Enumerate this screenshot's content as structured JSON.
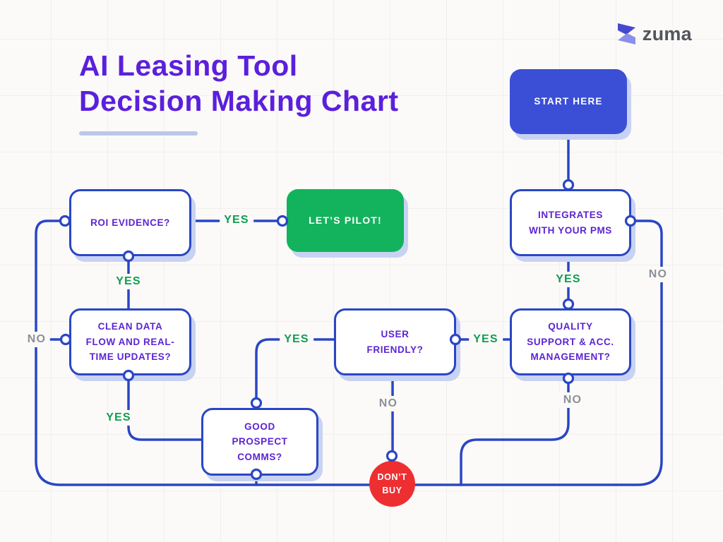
{
  "page": {
    "background": "#fbfaf8",
    "grid_color": "#f1efec"
  },
  "brand": {
    "name": "zuma",
    "icon": "zuma-logo-icon",
    "text_color": "#51565e",
    "icon_colors": [
      "#4649cf",
      "#8a90ea"
    ]
  },
  "title": {
    "text": "AI Leasing Tool\nDecision Making Chart",
    "color": "#5b1fdd",
    "underline_color": "#b9c8ea"
  },
  "colors": {
    "line_blue": "#2a46c5",
    "node_text_purple": "#5c24d2",
    "yes_green": "#0e9e52",
    "no_gray": "#8b8f97",
    "start_blue": "#3b4fd6",
    "pilot_green": "#12b35c",
    "dont_buy_red": "#ee2f31",
    "shadow_periwinkle": "#c8d2f3"
  },
  "nodes": {
    "start": "START HERE",
    "roi": "ROI EVIDENCE?",
    "pilot": "LET’S PILOT!",
    "pms": "INTEGRATES\nWITH YOUR PMS",
    "clean_data": "CLEAN DATA\nFLOW AND REAL-\nTIME UPDATES?",
    "user_friendly": "USER\nFRIENDLY?",
    "quality": "QUALITY\nSUPPORT & ACC.\nMANAGEMENT?",
    "prospect": "GOOD\nPROSPECT\nCOMMS?",
    "dont_buy": "DON’T\nBUY"
  },
  "edge_labels": {
    "roi_to_pilot": "YES",
    "roi_to_clean": "YES",
    "pms_to_quality": "YES",
    "pms_no": "NO",
    "clean_no": "NO",
    "user_to_prospect": "YES",
    "quality_to_user": "YES",
    "user_no": "NO",
    "quality_no": "NO",
    "clean_to_prospect": "YES"
  }
}
